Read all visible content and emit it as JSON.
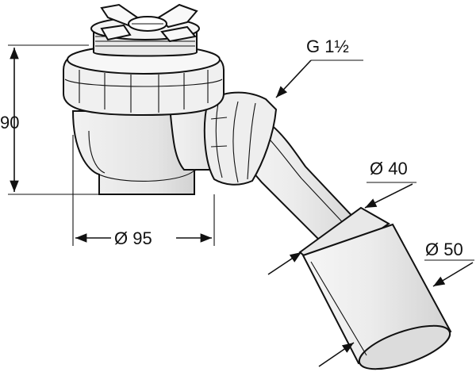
{
  "dimensions": {
    "height": "90",
    "body_diameter": "Ø 95",
    "thread": "G 1½",
    "outlet_inner": "Ø 40",
    "outlet_outer": "Ø 50"
  },
  "colors": {
    "line": "#111111",
    "fill_light": "#f4f4f4",
    "fill_mid": "#e6e6e6",
    "fill_shadow": "#cfcfcf"
  }
}
